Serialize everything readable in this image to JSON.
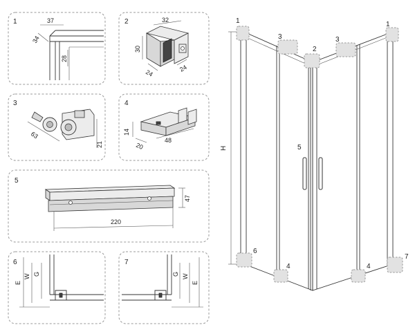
{
  "detail_labels": [
    "1",
    "2",
    "3",
    "4",
    "5",
    "6",
    "7"
  ],
  "detail1": {
    "dims": [
      "37",
      "34",
      "28"
    ]
  },
  "detail2": {
    "dims": [
      "32",
      "30",
      "24",
      "24"
    ]
  },
  "detail3": {
    "dims": [
      "63",
      "21"
    ]
  },
  "detail4": {
    "dims": [
      "14",
      "20",
      "48"
    ]
  },
  "detail5": {
    "dims": [
      "47",
      "220"
    ]
  },
  "detail6": {
    "dims": [
      "E",
      "W",
      "G"
    ]
  },
  "detail7": {
    "dims": [
      "G",
      "W",
      "E"
    ]
  },
  "overview": {
    "height_label": "H",
    "callouts": [
      "1",
      "3",
      "2",
      "3",
      "1",
      "5",
      "6",
      "4",
      "4",
      "7"
    ]
  },
  "colors": {
    "panel_border": "#9a9a9a",
    "line": "#333333",
    "marker": "#e2e2e2"
  }
}
